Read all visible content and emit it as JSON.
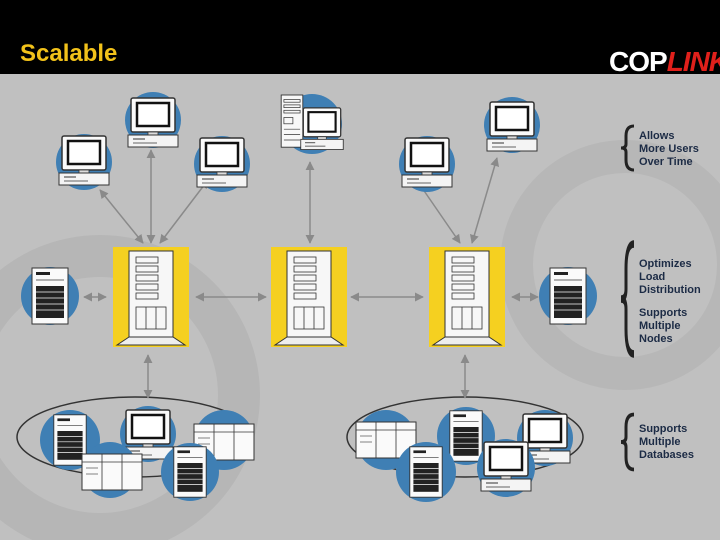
{
  "slide": {
    "title": "Scalable",
    "logo": {
      "part1": "COP",
      "part2": "LINK"
    }
  },
  "notes": [
    {
      "line1": "Allows",
      "line2": "More Users",
      "line3": "Over Time"
    },
    {
      "line1": "Optimizes",
      "line2": "Load",
      "line3": "Distribution"
    },
    {
      "line1": "Supports",
      "line2": "Multiple",
      "line3": "Nodes"
    },
    {
      "line1": "Supports",
      "line2": "Multiple",
      "line3": "Databases"
    }
  ],
  "colors": {
    "header": "#000000",
    "title": "#f2c21a",
    "background": "#c0c0c0",
    "node_highlight": "#f5d020",
    "client_circle": "#3f7fb4",
    "note_text": "#1c2b45"
  },
  "icons": [
    "workstation-icon",
    "server-tower-icon",
    "document-icon",
    "database-group-ellipse",
    "bracket-icon",
    "arrow-icon"
  ]
}
